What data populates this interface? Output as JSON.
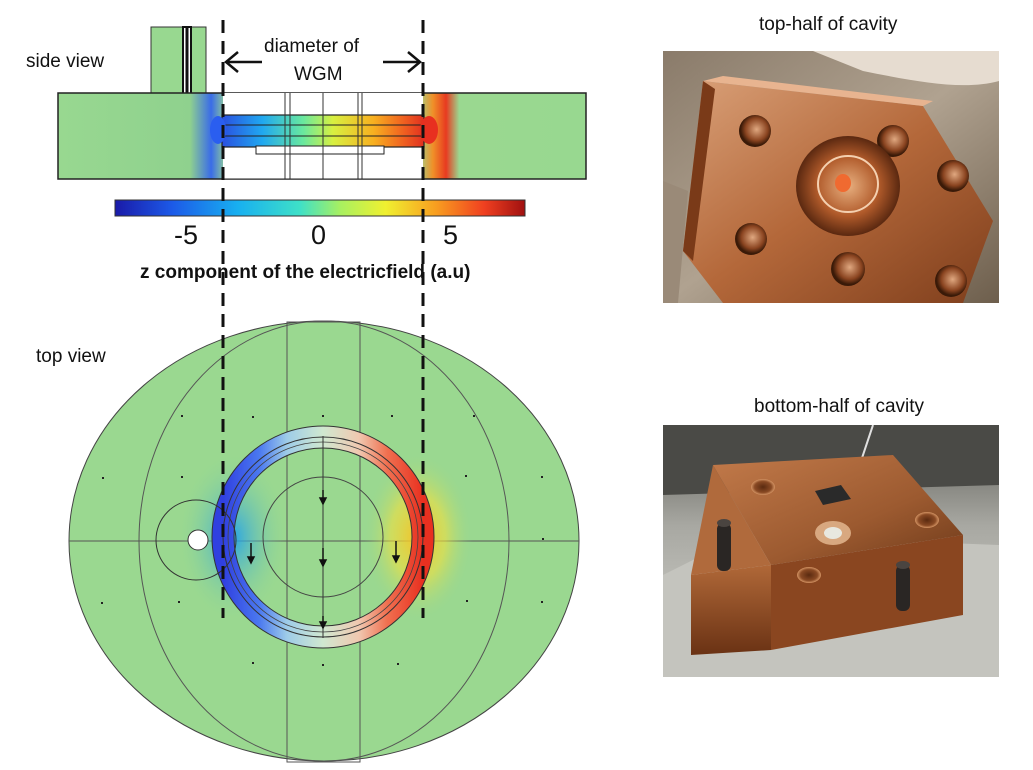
{
  "labels": {
    "side_view": "side view",
    "top_view": "top view",
    "diameter_line1": "diameter of",
    "diameter_line2": "WGM"
  },
  "colorbar": {
    "title": "z component of the electricfield (a.u)",
    "ticks": [
      "-5",
      "0",
      "5"
    ],
    "colormap": [
      "#1a1aa8",
      "#1c5ae8",
      "#18b0f0",
      "#3ee0c8",
      "#a8f060",
      "#f0f030",
      "#f8a020",
      "#f04020",
      "#a01010"
    ]
  },
  "photos": {
    "top_caption": "top-half of cavity",
    "bottom_caption": "bottom-half of cavity"
  },
  "colors": {
    "field_background": "#96d890",
    "copper": "#b4683a",
    "aluminium": "#b8b8b4"
  }
}
